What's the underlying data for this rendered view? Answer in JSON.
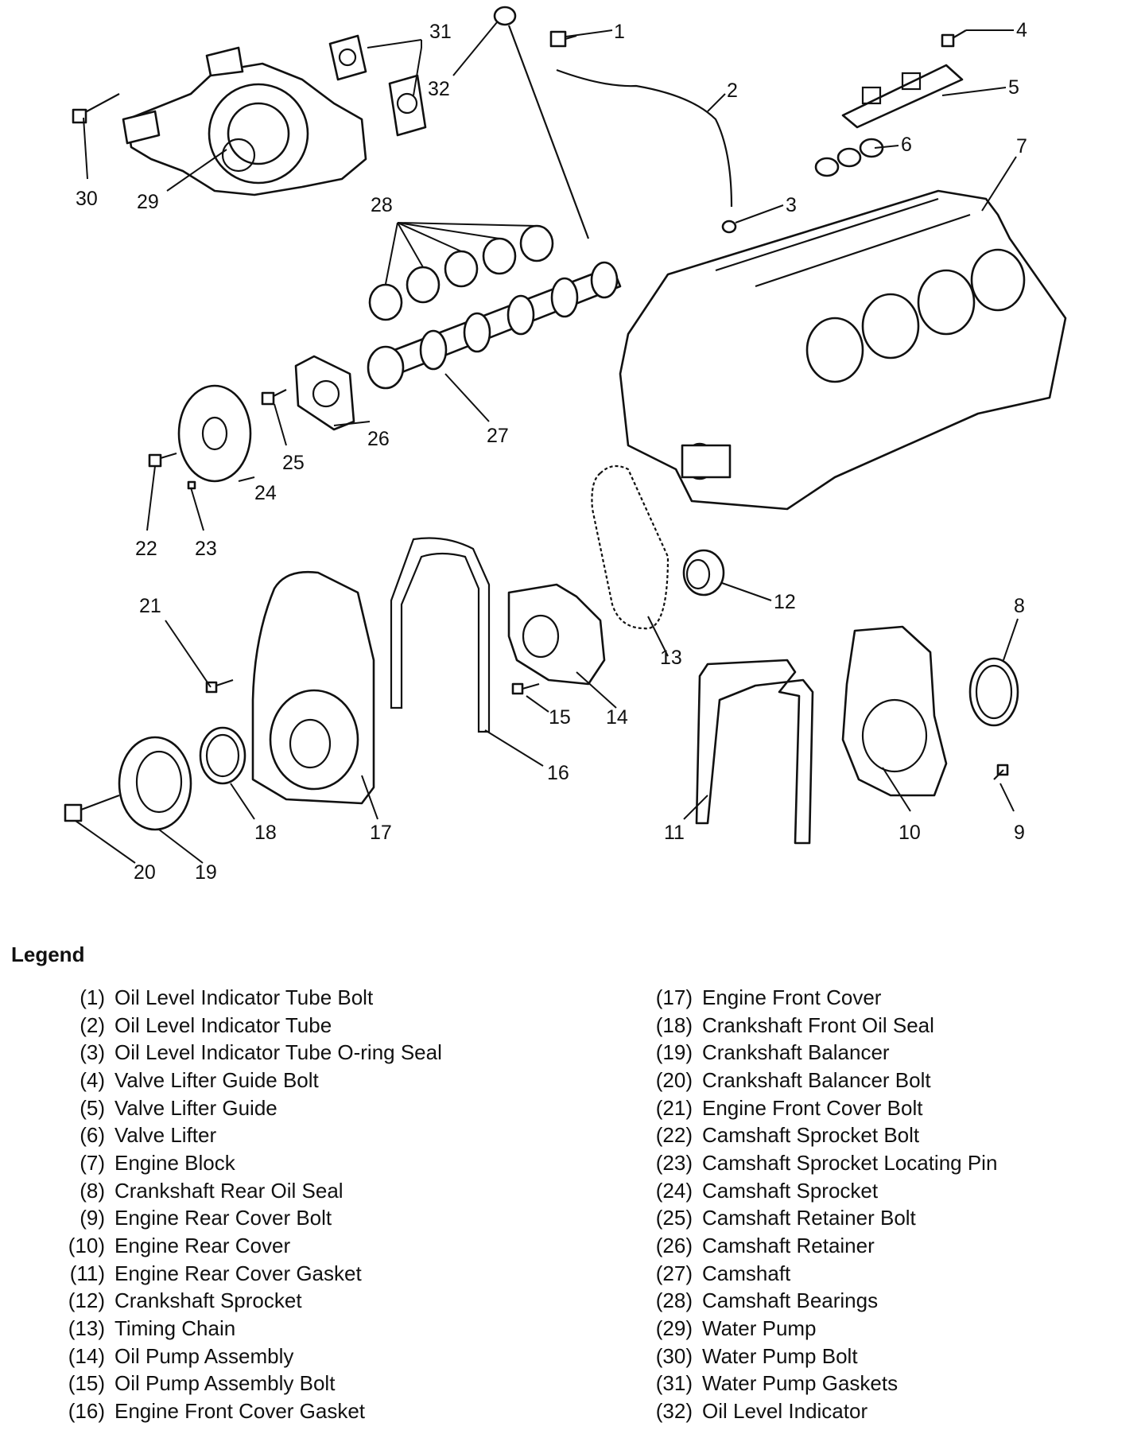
{
  "legend": {
    "title": "Legend",
    "left": [
      {
        "num": "(1)",
        "label": "Oil Level Indicator Tube Bolt"
      },
      {
        "num": "(2)",
        "label": "Oil Level Indicator Tube"
      },
      {
        "num": "(3)",
        "label": "Oil Level Indicator Tube O-ring Seal"
      },
      {
        "num": "(4)",
        "label": "Valve Lifter Guide Bolt"
      },
      {
        "num": "(5)",
        "label": "Valve Lifter Guide"
      },
      {
        "num": "(6)",
        "label": "Valve Lifter"
      },
      {
        "num": "(7)",
        "label": "Engine Block"
      },
      {
        "num": "(8)",
        "label": "Crankshaft Rear Oil Seal"
      },
      {
        "num": "(9)",
        "label": "Engine Rear Cover Bolt"
      },
      {
        "num": "(10)",
        "label": "Engine Rear Cover"
      },
      {
        "num": "(11)",
        "label": "Engine Rear Cover Gasket"
      },
      {
        "num": "(12)",
        "label": "Crankshaft Sprocket"
      },
      {
        "num": "(13)",
        "label": "Timing Chain"
      },
      {
        "num": "(14)",
        "label": "Oil Pump Assembly"
      },
      {
        "num": "(15)",
        "label": "Oil Pump Assembly Bolt"
      },
      {
        "num": "(16)",
        "label": "Engine Front Cover Gasket"
      }
    ],
    "right": [
      {
        "num": "(17)",
        "label": "Engine Front Cover"
      },
      {
        "num": "(18)",
        "label": "Crankshaft Front Oil Seal"
      },
      {
        "num": "(19)",
        "label": "Crankshaft Balancer"
      },
      {
        "num": "(20)",
        "label": "Crankshaft Balancer Bolt"
      },
      {
        "num": "(21)",
        "label": "Engine Front Cover Bolt"
      },
      {
        "num": "(22)",
        "label": "Camshaft Sprocket Bolt"
      },
      {
        "num": "(23)",
        "label": "Camshaft Sprocket Locating Pin"
      },
      {
        "num": "(24)",
        "label": "Camshaft Sprocket"
      },
      {
        "num": "(25)",
        "label": "Camshaft Retainer Bolt"
      },
      {
        "num": "(26)",
        "label": "Camshaft Retainer"
      },
      {
        "num": "(27)",
        "label": "Camshaft"
      },
      {
        "num": "(28)",
        "label": "Camshaft Bearings"
      },
      {
        "num": "(29)",
        "label": "Water Pump"
      },
      {
        "num": "(30)",
        "label": "Water Pump Bolt"
      },
      {
        "num": "(31)",
        "label": "Water Pump Gaskets"
      },
      {
        "num": "(32)",
        "label": "Oil Level Indicator"
      }
    ]
  },
  "callouts": [
    "1",
    "2",
    "3",
    "4",
    "5",
    "6",
    "7",
    "8",
    "9",
    "10",
    "11",
    "12",
    "13",
    "14",
    "15",
    "16",
    "17",
    "18",
    "19",
    "20",
    "21",
    "22",
    "23",
    "24",
    "25",
    "26",
    "27",
    "28",
    "29",
    "30",
    "31",
    "32"
  ]
}
